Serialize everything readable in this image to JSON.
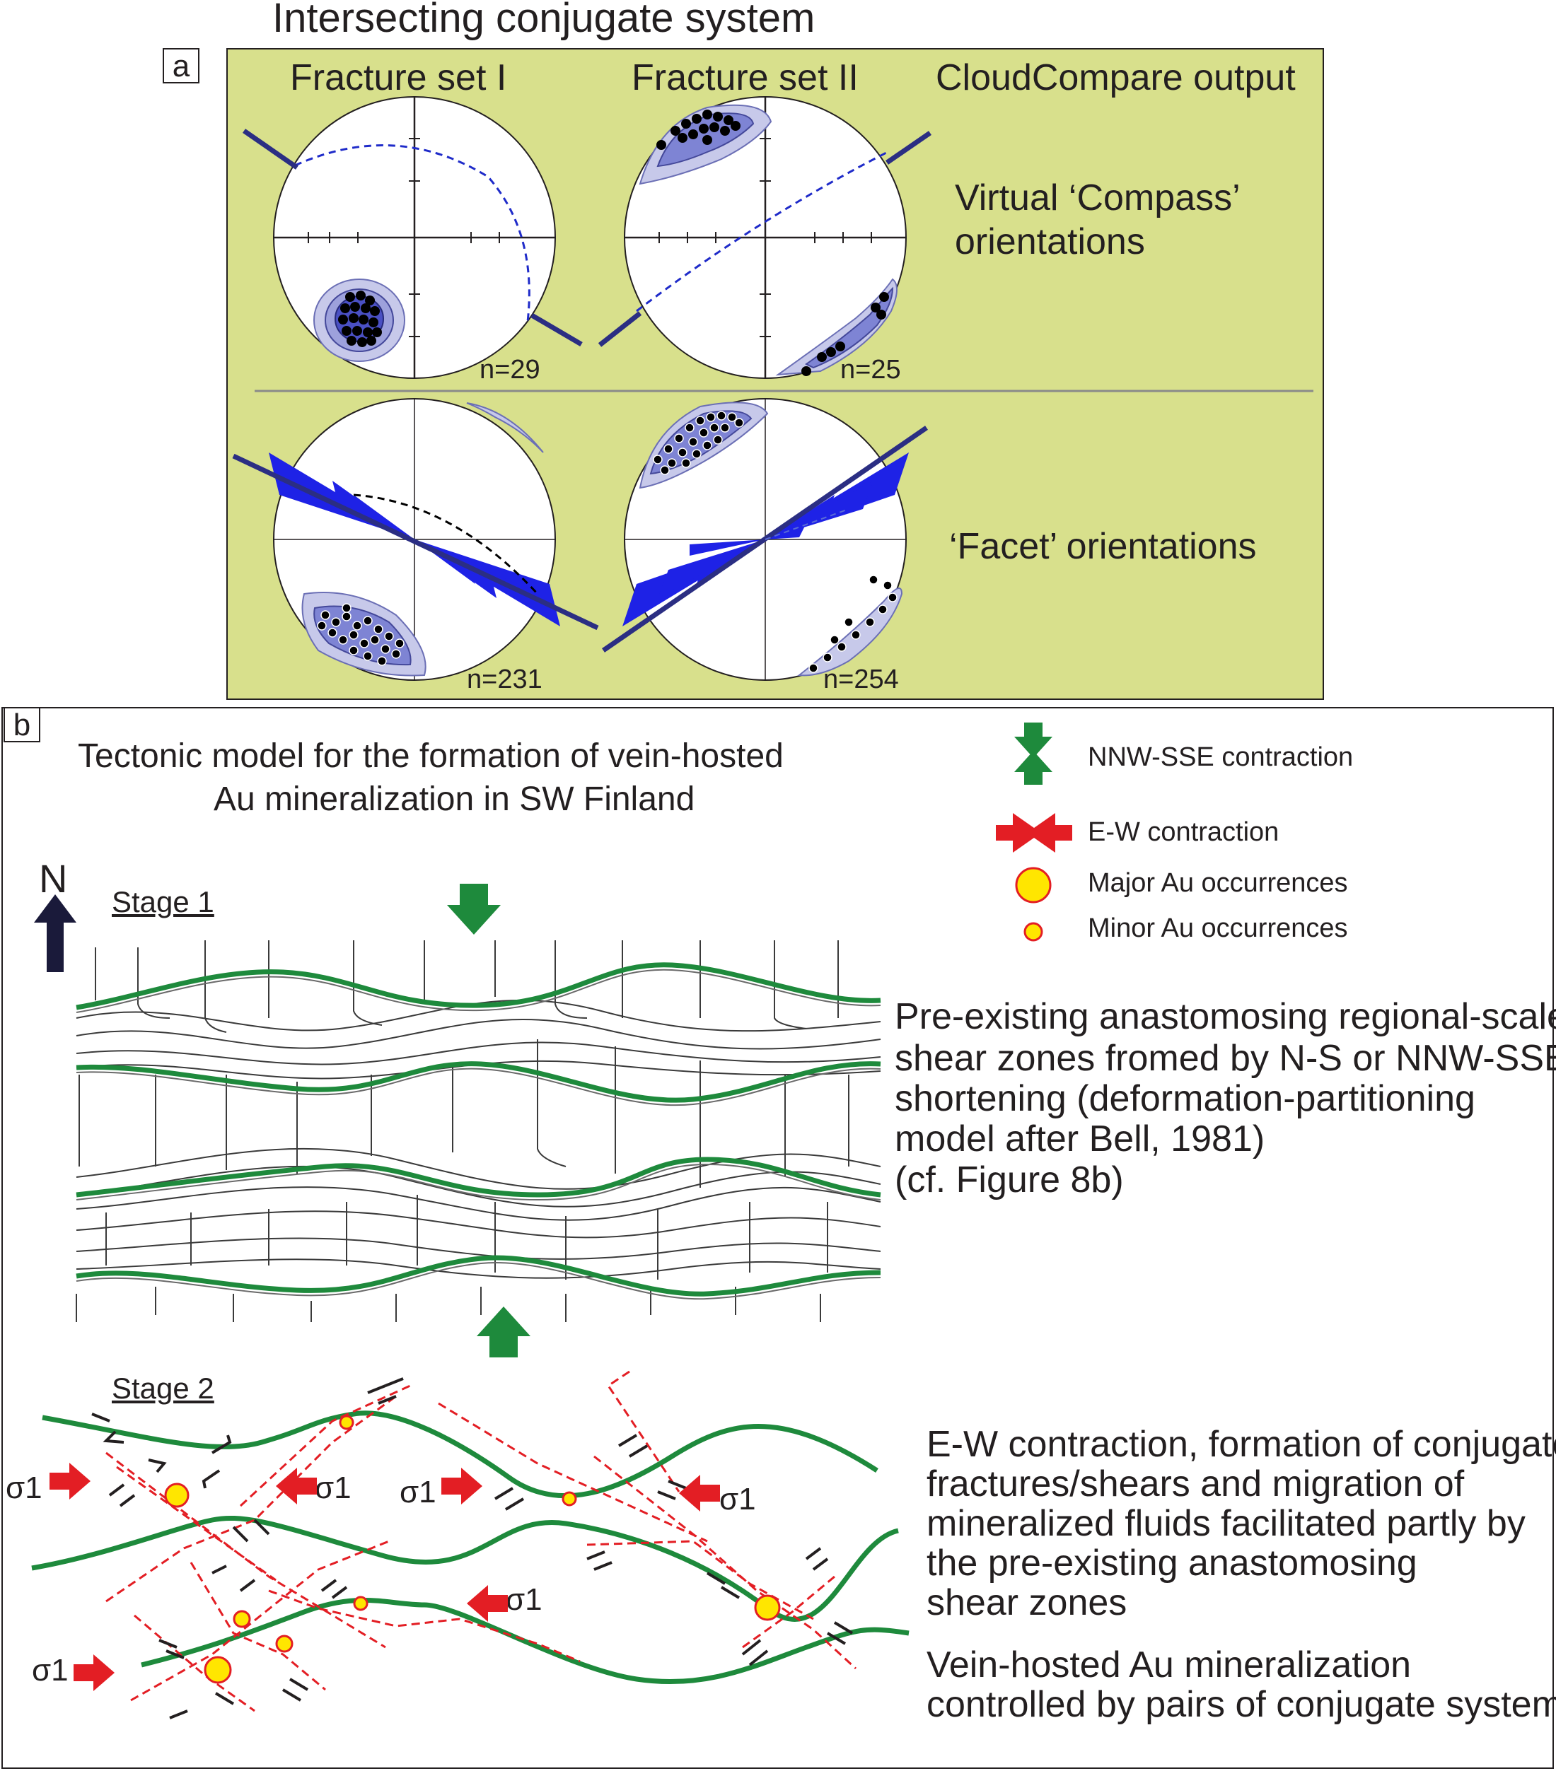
{
  "title": "Intersecting conjugate system",
  "panel_a": {
    "tag": "a",
    "col1": "Fracture set I",
    "col2": "Fracture set II",
    "col3": "CloudCompare output",
    "row1_label_line1": "Virtual ‘Compass’",
    "row1_label_line2": "orientations",
    "row2_label": "‘Facet’ orientations",
    "n_values": [
      "n=29",
      "n=25",
      "n=231",
      "n=254"
    ]
  },
  "panel_b": {
    "tag": "b",
    "title_line1": "Tectonic model for the formation of vein-hosted",
    "title_line2": "Au mineralization in SW Finland",
    "north": "N",
    "stage1": "Stage 1",
    "stage2": "Stage 2",
    "legend": {
      "nnw": "NNW-SSE contraction",
      "ew": "E-W contraction",
      "major": "Major Au occurrences",
      "minor": "Minor Au occurrences"
    },
    "stage1_desc": [
      "Pre-existing anastomosing regional-scale",
      "shear zones fromed by N-S or NNW-SSE",
      "shortening (deformation-partitioning",
      "model after Bell, 1981)",
      "(cf. Figure 8b)"
    ],
    "stage2_desc": [
      "E-W contraction, formation of conjugate",
      "fractures/shears and migration of",
      "mineralized fluids facilitated partly by",
      "the pre-existing anastomosing",
      "shear zones"
    ],
    "stage2_desc2": [
      "Vein-hosted Au mineralization",
      "controlled by pairs of conjugate system"
    ],
    "sigma": "σ1"
  },
  "colors": {
    "panel_bg": "#d8e08c",
    "trace": "#2b2e83",
    "rose": "#1e22e6",
    "green": "#1e8a3c",
    "red": "#e31e24",
    "gold": "#ffe600"
  }
}
